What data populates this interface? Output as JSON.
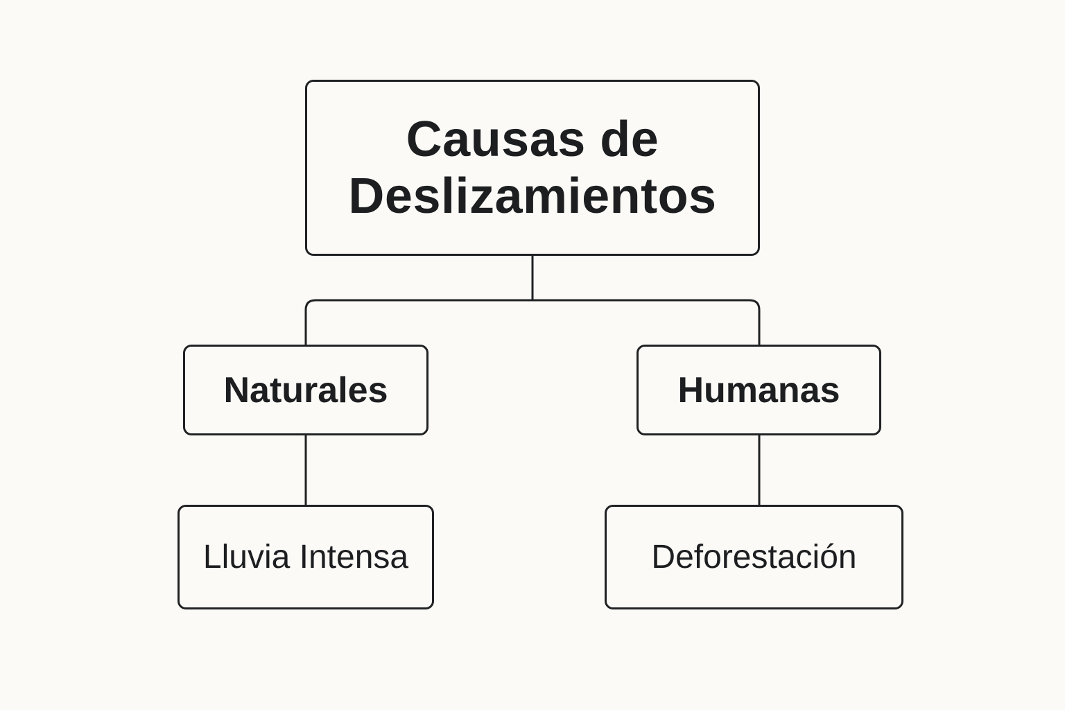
{
  "diagram": {
    "root": {
      "label": "Causas de\nDeslizamientos"
    },
    "categories": [
      {
        "label": "Naturales",
        "children": [
          {
            "label": "Lluvia Intensa"
          }
        ]
      },
      {
        "label": "Humanas",
        "children": [
          {
            "label": "Deforestación"
          }
        ]
      }
    ]
  },
  "colors": {
    "background": "#fbfaf7",
    "stroke": "#1f2123",
    "text": "#1c1e20"
  }
}
